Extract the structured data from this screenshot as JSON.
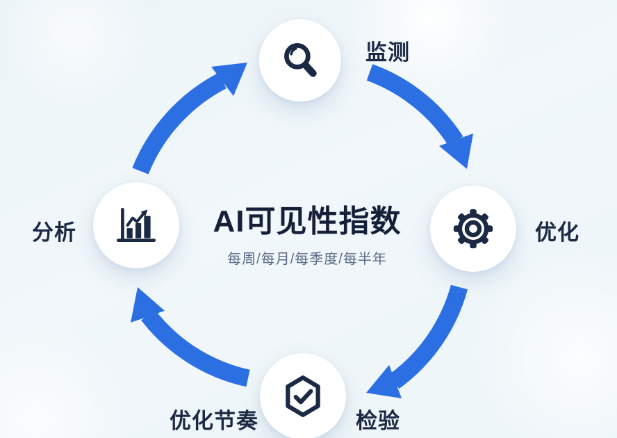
{
  "colors": {
    "arrow_blue": "#2B6FE3",
    "ink_navy": "#1B2945",
    "title_navy": "#141F38",
    "subtitle_gray": "#5A6A84",
    "node_fill": "#FFFFFF",
    "background_tint": "#EEF5F9"
  },
  "center": {
    "title": "AI可见性指数",
    "subtitle": "每周/每月/每季度/每半年"
  },
  "nodes": [
    {
      "label": "监测",
      "icon": "magnifier-search-icon",
      "position": "top"
    },
    {
      "label": "优化",
      "icon": "gear-icon",
      "position": "right"
    },
    {
      "label": "检验",
      "icon": "hexagon-check-icon",
      "position": "bottom"
    },
    {
      "label": "分析",
      "icon": "bar-chart-icon",
      "position": "left"
    }
  ],
  "secondary_label": {
    "text": "优化节奏",
    "position": "bottom-left-of-bottom-node"
  },
  "cycle": {
    "direction": "clockwise",
    "sequence": [
      "分析",
      "监测",
      "优化",
      "检验"
    ]
  }
}
